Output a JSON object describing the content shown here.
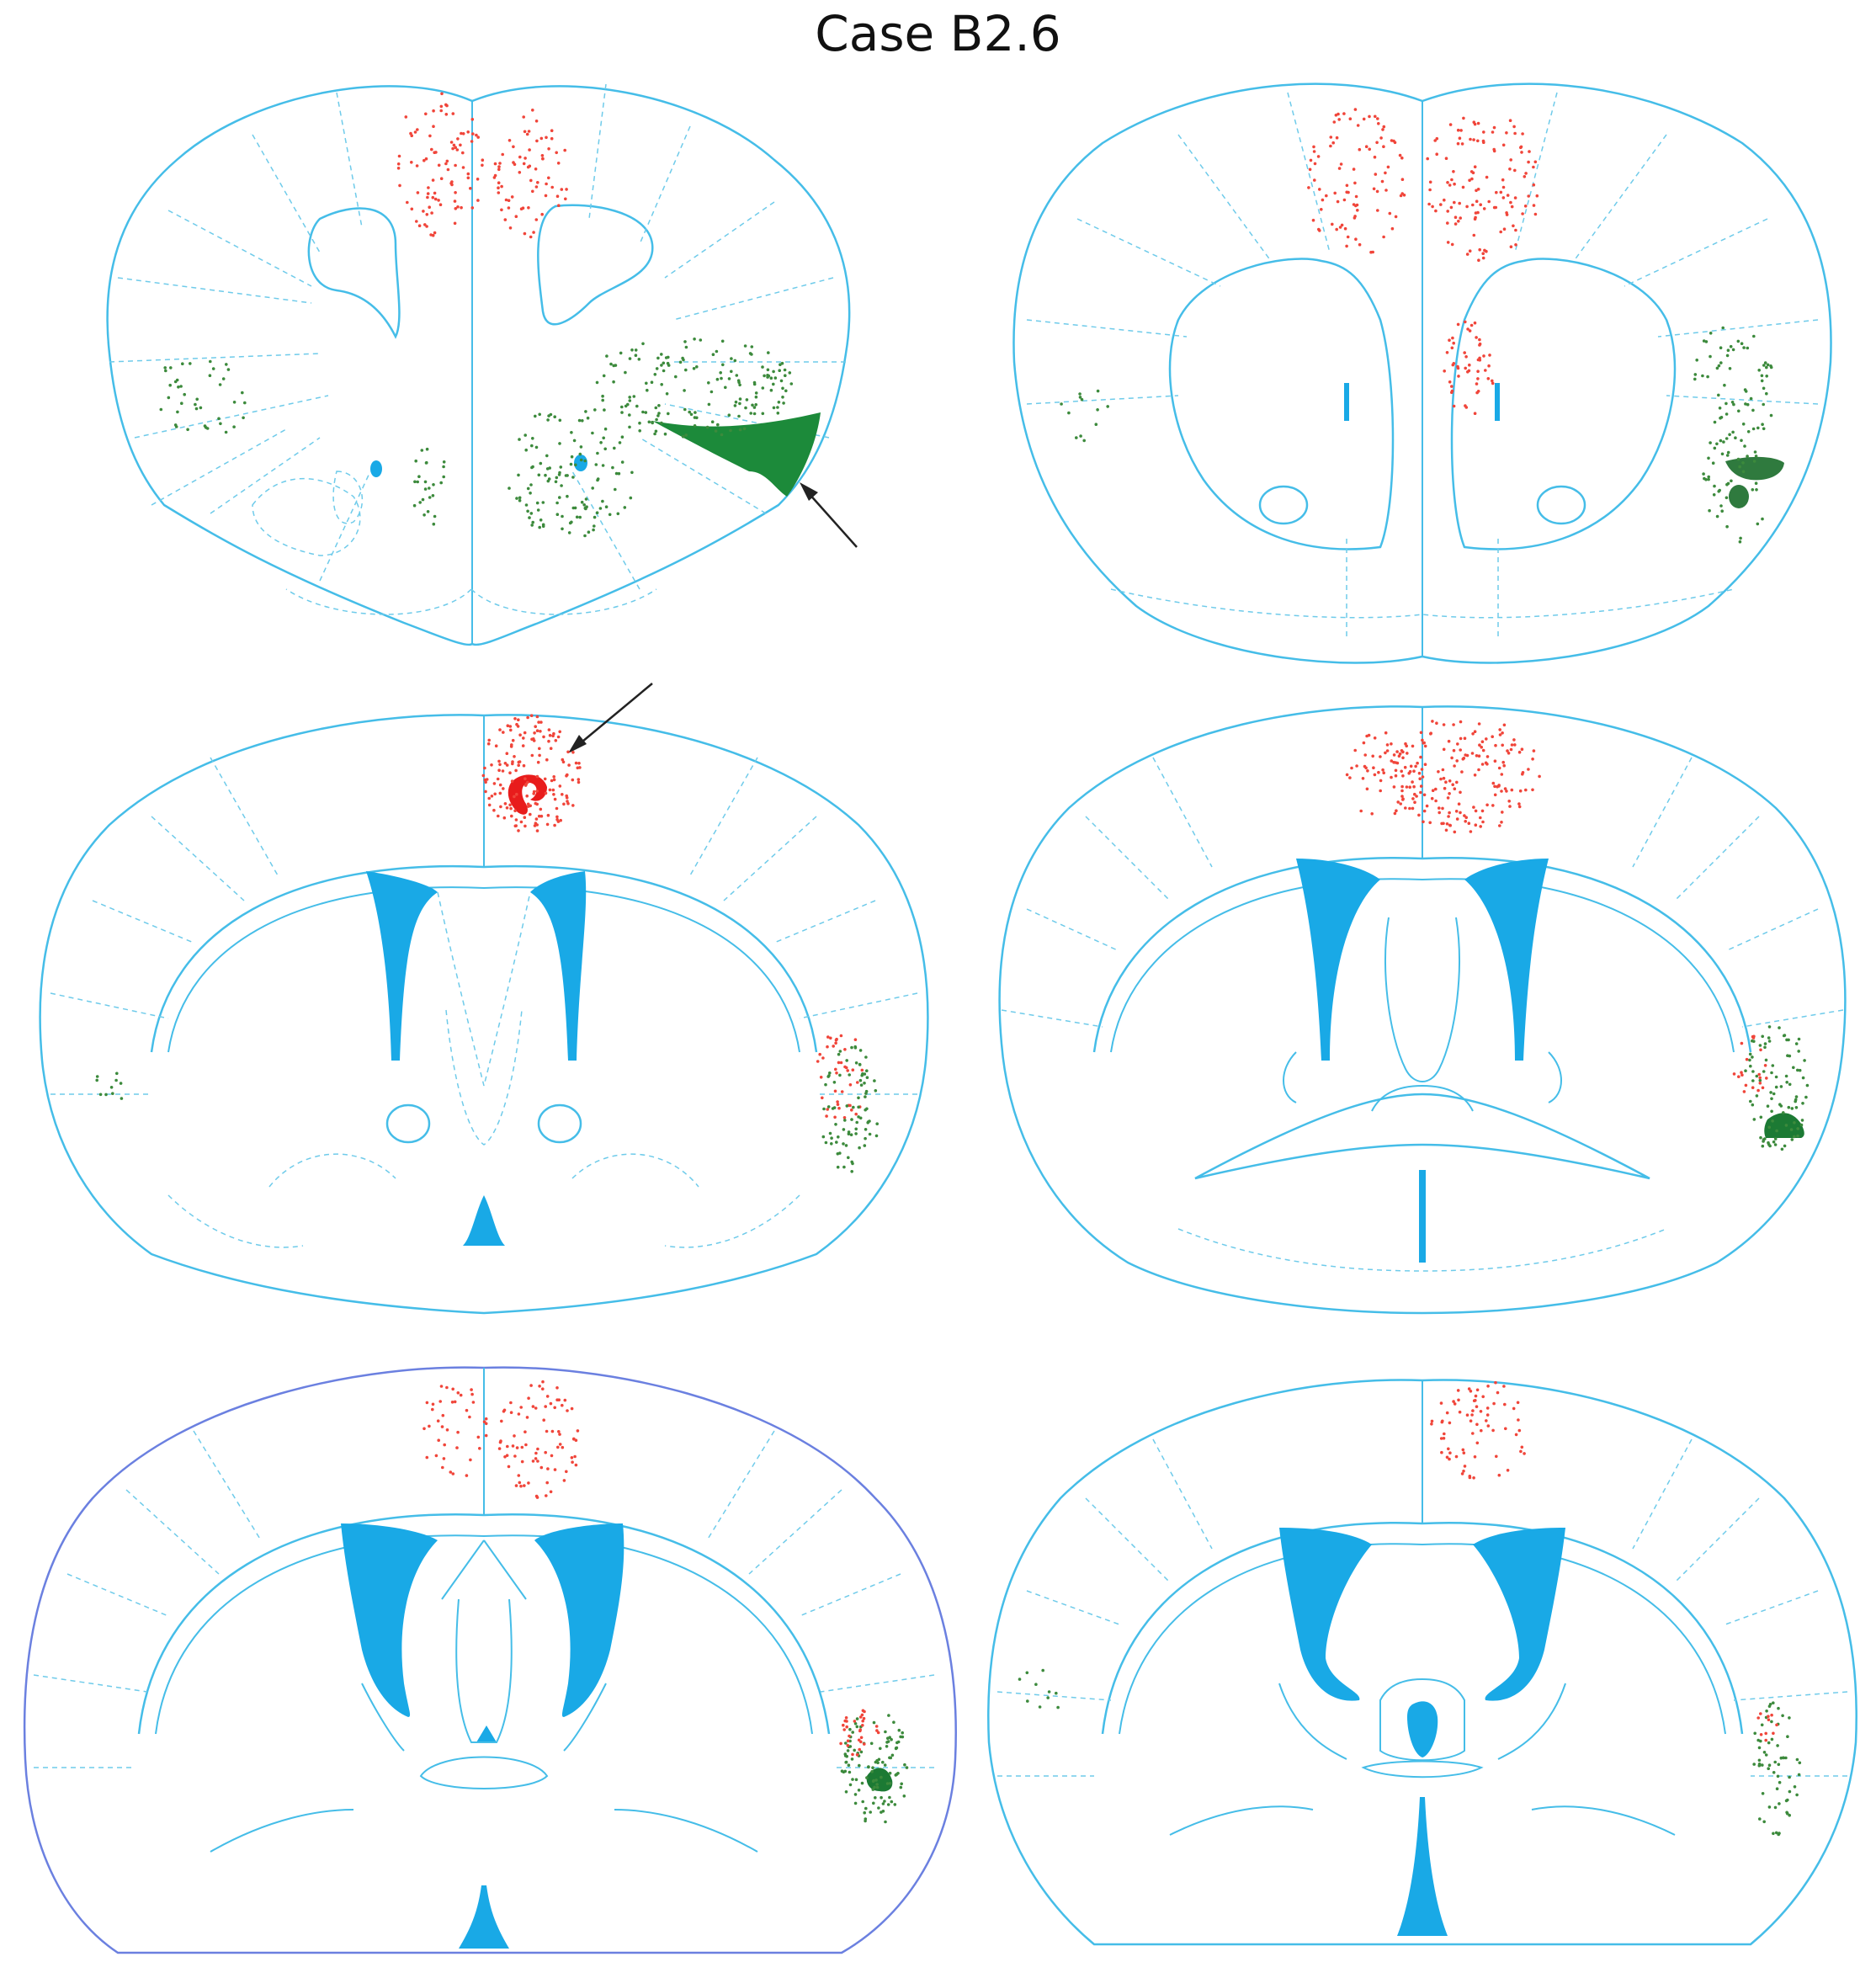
{
  "title": "Case B2.6",
  "colors": {
    "outline": "#45bde8",
    "dashed": "#6fcbea",
    "ventricle": "#19a9e6",
    "red_label": "#f0453a",
    "green_label": "#3c8a3c",
    "green_injection": "#1c8a3a",
    "red_injection": "#e81c1c",
    "arrow": "#222222",
    "section5_outline": "#6b80e0"
  },
  "sections": [
    {
      "id": 1,
      "row": 1,
      "column": "left",
      "injection": "green",
      "arrow": true
    },
    {
      "id": 2,
      "row": 1,
      "column": "right",
      "injection": "green",
      "arrow": false
    },
    {
      "id": 3,
      "row": 2,
      "column": "left",
      "injection": "red",
      "arrow": true
    },
    {
      "id": 4,
      "row": 2,
      "column": "right",
      "injection": "green",
      "arrow": false
    },
    {
      "id": 5,
      "row": 3,
      "column": "left",
      "injection": "green",
      "arrow": false
    },
    {
      "id": 6,
      "row": 3,
      "column": "right",
      "injection": "none",
      "arrow": false
    }
  ]
}
